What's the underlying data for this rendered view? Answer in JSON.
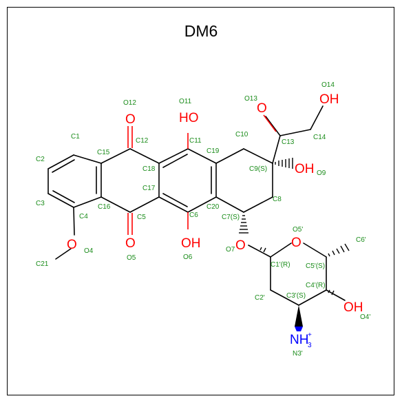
{
  "title": "DM6",
  "atom_labels": [
    {
      "id": "C1",
      "text": "C1"
    },
    {
      "id": "C2",
      "text": "C2"
    },
    {
      "id": "C3",
      "text": "C3"
    },
    {
      "id": "C4",
      "text": "C4"
    },
    {
      "id": "C5",
      "text": "C5"
    },
    {
      "id": "C6",
      "text": "C6"
    },
    {
      "id": "C7",
      "text": "C7(S)"
    },
    {
      "id": "C8",
      "text": "C8"
    },
    {
      "id": "C9",
      "text": "C9(S)"
    },
    {
      "id": "C10",
      "text": "C10"
    },
    {
      "id": "C11",
      "text": "C11"
    },
    {
      "id": "C12",
      "text": "C12"
    },
    {
      "id": "C13",
      "text": "C13"
    },
    {
      "id": "C14",
      "text": "C14"
    },
    {
      "id": "C15",
      "text": "C15"
    },
    {
      "id": "C16",
      "text": "C16"
    },
    {
      "id": "C17",
      "text": "C17"
    },
    {
      "id": "C18",
      "text": "C18"
    },
    {
      "id": "C19",
      "text": "C19"
    },
    {
      "id": "C20",
      "text": "C20"
    },
    {
      "id": "C21",
      "text": "C21"
    },
    {
      "id": "O4",
      "text": "O4"
    },
    {
      "id": "O5",
      "text": "O5"
    },
    {
      "id": "O6",
      "text": "O6"
    },
    {
      "id": "O7",
      "text": "O7"
    },
    {
      "id": "O9",
      "text": "O9"
    },
    {
      "id": "O11",
      "text": "O11"
    },
    {
      "id": "O12",
      "text": "O12"
    },
    {
      "id": "O13",
      "text": "O13"
    },
    {
      "id": "O14",
      "text": "O14"
    },
    {
      "id": "O5p",
      "text": "O5'"
    },
    {
      "id": "C1p",
      "text": "C1'(R)"
    },
    {
      "id": "C2p",
      "text": "C2'"
    },
    {
      "id": "C3p",
      "text": "C3'(S)"
    },
    {
      "id": "C4p",
      "text": "C4'(R)"
    },
    {
      "id": "C5p",
      "text": "C5'(S)"
    },
    {
      "id": "C6p",
      "text": "C6'"
    },
    {
      "id": "O4p",
      "text": "O4'"
    },
    {
      "id": "N3p",
      "text": "N3'"
    }
  ],
  "heteroatoms": {
    "o_ring_methoxy": "O",
    "o_ketone_upper": "O",
    "o_ketone_lower": "O",
    "oh_11": "HO",
    "oh_6": "OH",
    "o_13": "O",
    "oh_14": "OH",
    "oh_9": "OH",
    "o_7": "O",
    "o_ring": "O",
    "oh_4p": "OH",
    "nh3": "NH",
    "nh3_sub": "3",
    "nh3_sup": "+"
  }
}
